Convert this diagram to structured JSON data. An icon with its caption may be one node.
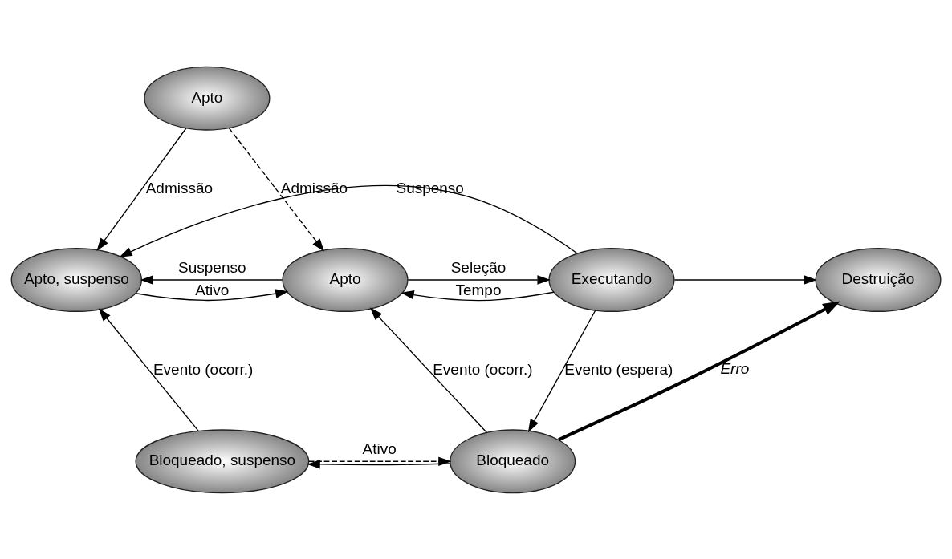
{
  "diagram": {
    "nodes": [
      {
        "text": [
          "Apto"
        ]
      },
      {
        "text": [
          "Apto, suspenso"
        ]
      },
      {
        "text": [
          "Apto"
        ]
      },
      {
        "text": [
          "Executando"
        ]
      },
      {
        "text": [
          "Destruição"
        ]
      },
      {
        "text": [
          "Bloqueado, suspenso"
        ]
      },
      {
        "text": [
          "Bloqueado"
        ]
      }
    ],
    "edges": [
      {
        "from": 0,
        "to": 1,
        "arrow": "to",
        "label": "Admissão"
      },
      {
        "from": 0,
        "to": 2,
        "arrow": "to",
        "label": "Admissão",
        "style": "dashed"
      },
      {
        "from": 3,
        "to": 1,
        "arrow": "to",
        "label": "Suspenso"
      },
      {
        "from": 1,
        "to": 2,
        "arrow": "to",
        "label": "Ativo"
      },
      {
        "from": 2,
        "to": 1,
        "arrow": "to",
        "label": "Suspenso"
      },
      {
        "from": 2,
        "to": 3,
        "arrow": "to",
        "label": "Seleção"
      },
      {
        "from": 3,
        "to": 2,
        "arrow": "to",
        "label": "Tempo"
      },
      {
        "from": 3,
        "to": 4,
        "arrow": "to"
      },
      {
        "from": 3,
        "to": 6,
        "arrow": "to",
        "label": "Evento (espera)"
      },
      {
        "from": 6,
        "to": 2,
        "arrow": "to",
        "label": "Evento (ocorr.)"
      },
      {
        "from": 5,
        "to": 1,
        "arrow": "to",
        "label": "Evento (ocorr.)"
      },
      {
        "from": 5,
        "to": 6,
        "arrow": "to",
        "label": "Ativo",
        "style": "dashed"
      },
      {
        "from": 6,
        "to": 5,
        "arrow": "to"
      },
      {
        "from": 6,
        "to": 4,
        "arrow": "to",
        "label": "Erro",
        "style": "thick"
      }
    ]
  }
}
